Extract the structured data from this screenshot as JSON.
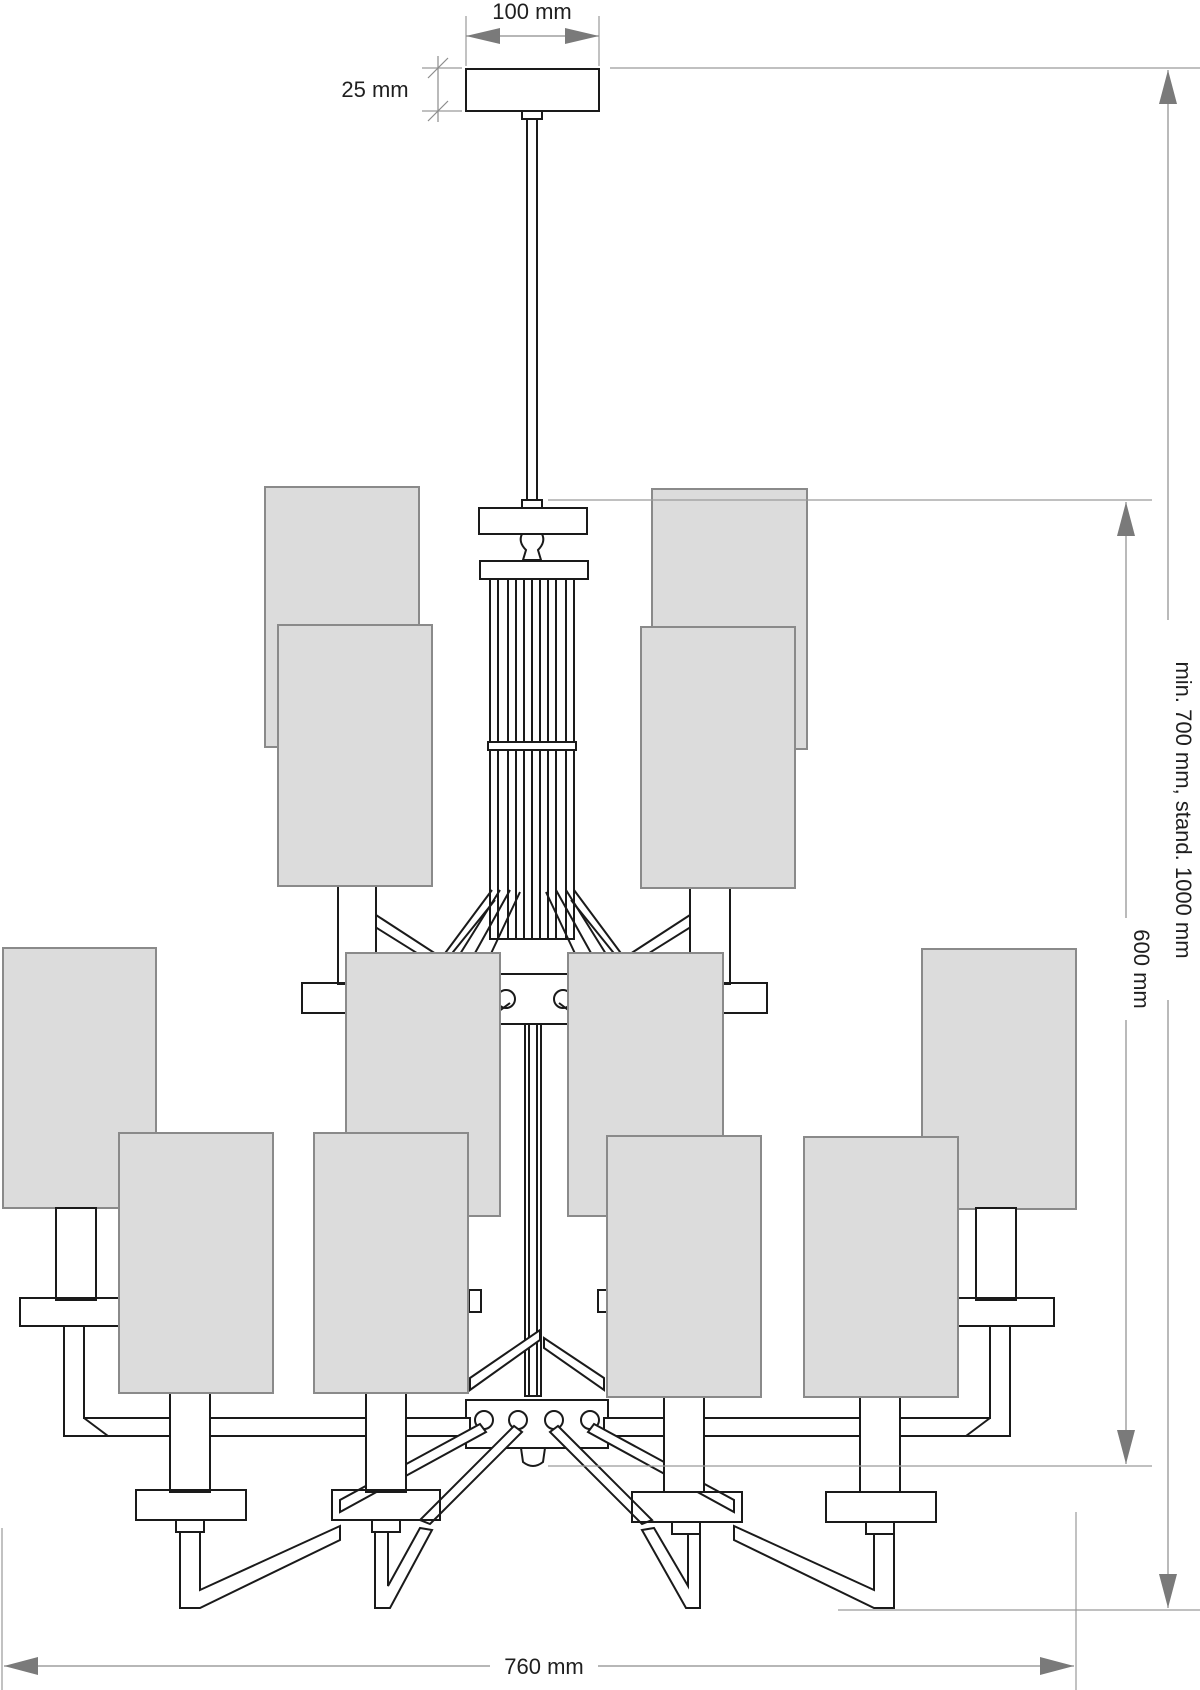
{
  "dimensions": {
    "canopy_width": "100 mm",
    "canopy_height": "25 mm",
    "total_width": "760 mm",
    "body_height": "600 mm",
    "total_height": "min. 700 mm, stand. 1000 mm"
  },
  "colors": {
    "shade_fill": "#dcdcdc",
    "shade_stroke": "#8a8a8a",
    "line": "#1a1a1a",
    "dimension_line": "#8c8c8c"
  }
}
